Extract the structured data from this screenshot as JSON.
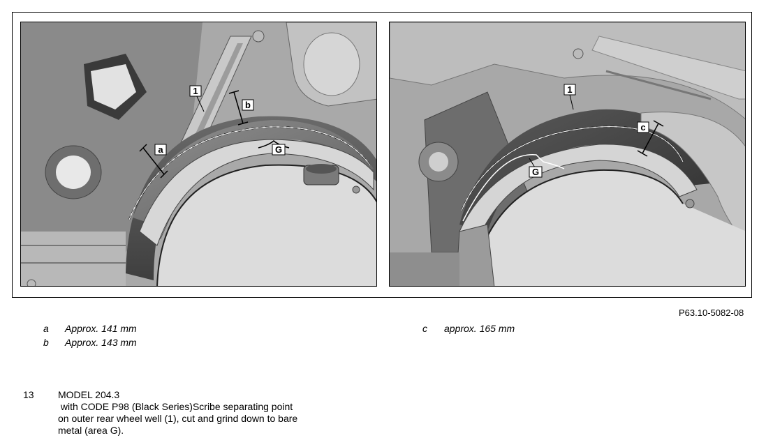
{
  "figure": {
    "callouts_left": {
      "part": "1",
      "a": "a",
      "b": "b",
      "area": "G"
    },
    "callouts_right": {
      "part": "1",
      "c": "c",
      "area": "G"
    },
    "figure_id": "P63.10-5082-08"
  },
  "legend_left": [
    {
      "key": "a",
      "value": "Approx. 141 mm"
    },
    {
      "key": "b",
      "value": "Approx. 143 mm"
    }
  ],
  "legend_right": [
    {
      "key": "c",
      "value": "approx. 165 mm"
    }
  ],
  "step": {
    "number": "13",
    "lines": [
      "MODEL 204.3",
      " with CODE P98 (Black Series)Scribe separating point",
      "on outer rear wheel well (1), cut and grind down to bare",
      "metal (area G)."
    ]
  }
}
